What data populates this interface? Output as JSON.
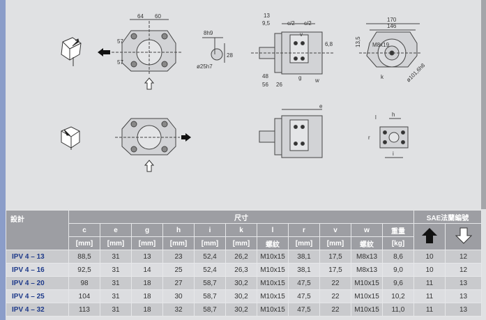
{
  "drawings": {
    "front_dims": {
      "w_left": "64",
      "w_right": "60",
      "h_top": "57",
      "h_bottom": "57"
    },
    "key_dims": {
      "key": "8h9",
      "height": "28",
      "shaft": "ø25h7"
    },
    "side_dims": {
      "d13": "13",
      "d9_5": "9,5",
      "c_half_1": "c/2",
      "c_half_2": "c/2",
      "v": "v",
      "d6_8": "6,8",
      "d48": "48",
      "d56": "56",
      "d26": "26",
      "g": "g",
      "w": "w",
      "e": "e"
    },
    "end_dims": {
      "d170": "170",
      "d146": "146",
      "d13_5": "13,5",
      "thread": "M8x19",
      "pilot": "ø101,6h8",
      "k": "k"
    },
    "flange_dims": {
      "h": "h",
      "l": "l",
      "r": "r",
      "i": "i"
    }
  },
  "table": {
    "design_header": "設計",
    "dims_header": "尺寸",
    "sae_header": "SAE法蘭編號",
    "columns": [
      "c",
      "e",
      "g",
      "h",
      "i",
      "k",
      "l",
      "r",
      "v",
      "w",
      "重量"
    ],
    "units": [
      "[mm]",
      "[mm]",
      "[mm]",
      "[mm]",
      "[mm]",
      "[mm]",
      "螺紋",
      "[mm]",
      "[mm]",
      "螺紋",
      "[kg]"
    ],
    "rows": [
      {
        "name": "IPV 4 – 13",
        "values": [
          "88,5",
          "31",
          "13",
          "23",
          "52,4",
          "26,2",
          "M10x15",
          "38,1",
          "17,5",
          "M8x13",
          "8,6",
          "10",
          "12"
        ]
      },
      {
        "name": "IPV 4 – 16",
        "values": [
          "92,5",
          "31",
          "14",
          "25",
          "52,4",
          "26,3",
          "M10x15",
          "38,1",
          "17,5",
          "M8x13",
          "9,0",
          "10",
          "12"
        ]
      },
      {
        "name": "IPV 4 – 20",
        "values": [
          "98",
          "31",
          "18",
          "27",
          "58,7",
          "30,2",
          "M10x15",
          "47,5",
          "22",
          "M10x15",
          "9,6",
          "11",
          "13"
        ]
      },
      {
        "name": "IPV 4 – 25",
        "values": [
          "104",
          "31",
          "18",
          "30",
          "58,7",
          "30,2",
          "M10x15",
          "47,5",
          "22",
          "M10x15",
          "10,2",
          "11",
          "13"
        ]
      },
      {
        "name": "IPV 4 – 32",
        "values": [
          "113",
          "31",
          "18",
          "32",
          "58,7",
          "30,2",
          "M10x15",
          "47,5",
          "22",
          "M10x15",
          "11,0",
          "11",
          "13"
        ]
      }
    ]
  }
}
